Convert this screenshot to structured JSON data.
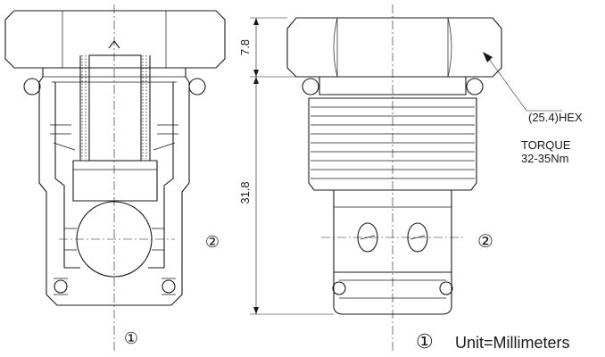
{
  "dimensions": {
    "hex_height": "7.8",
    "body_length": "31.8"
  },
  "callouts": {
    "hex_size": "(25.4)HEX",
    "torque_label": "TORQUE",
    "torque_value": "32-35Nm"
  },
  "ports": {
    "port_1": "①",
    "port_2": "②",
    "port_1_legend": "①"
  },
  "legend": {
    "unit_text": "Unit=Millimeters"
  }
}
